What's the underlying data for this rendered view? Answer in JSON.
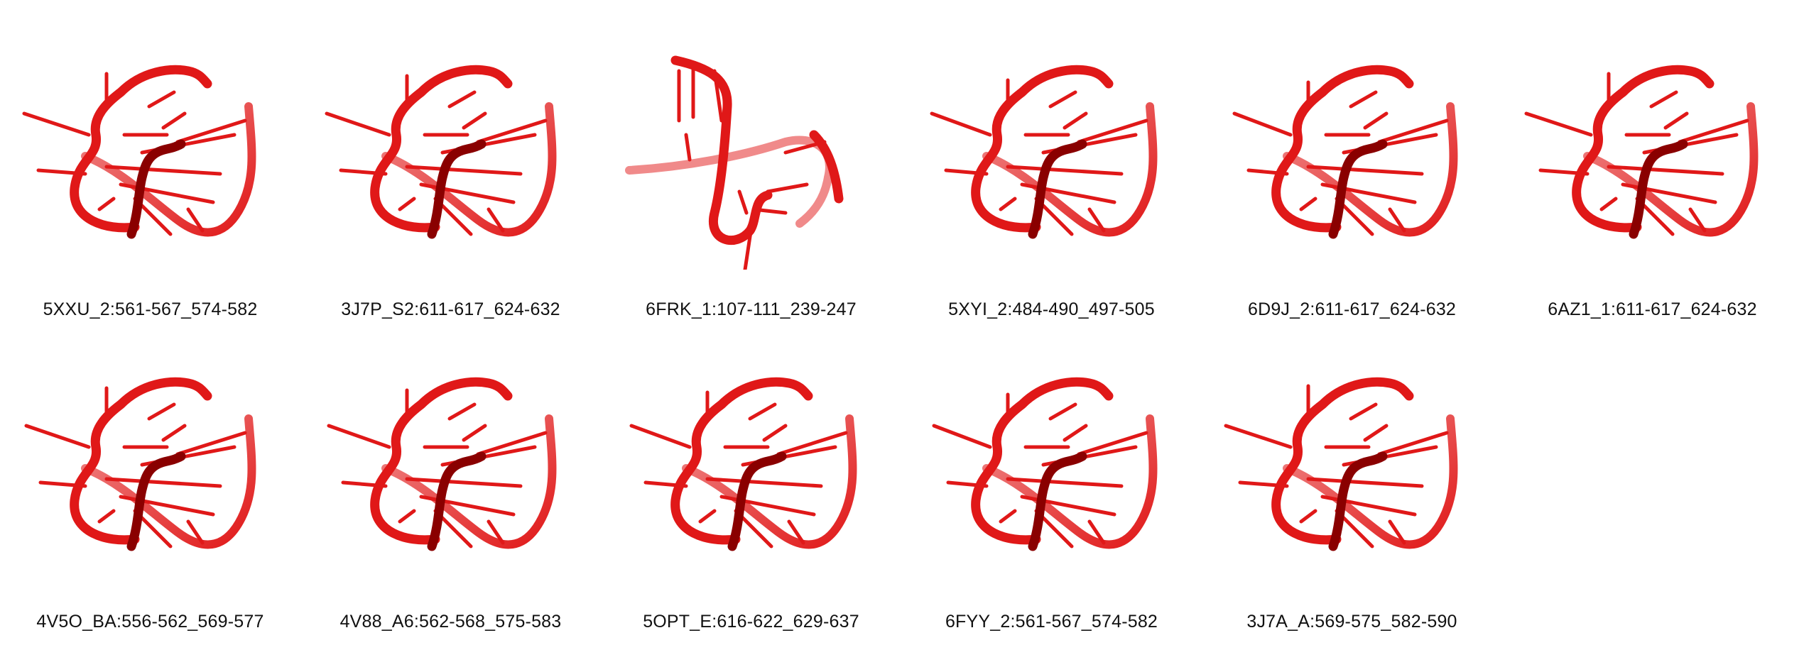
{
  "colors": {
    "strand": "#e01818",
    "strand_dark": "#8a0000",
    "strand_light": "#f08a8a",
    "label_text": "#111111",
    "background": "#ffffff"
  },
  "structures": [
    {
      "label": "5XXU_2:561-567_574-582",
      "variant": "loop"
    },
    {
      "label": "3J7P_S2:611-617_624-632",
      "variant": "loop"
    },
    {
      "label": "6FRK_1:107-111_239-247",
      "variant": "open"
    },
    {
      "label": "5XYI_2:484-490_497-505",
      "variant": "loop"
    },
    {
      "label": "6D9J_2:611-617_624-632",
      "variant": "loop"
    },
    {
      "label": "6AZ1_1:611-617_624-632",
      "variant": "loop"
    },
    {
      "label": "4V5O_BA:556-562_569-577",
      "variant": "loop"
    },
    {
      "label": "4V88_A6:562-568_575-583",
      "variant": "loop"
    },
    {
      "label": "5OPT_E:616-622_629-637",
      "variant": "loop"
    },
    {
      "label": "6FYY_2:561-567_574-582",
      "variant": "loop"
    },
    {
      "label": "3J7A_A:569-575_582-590",
      "variant": "loop"
    }
  ]
}
